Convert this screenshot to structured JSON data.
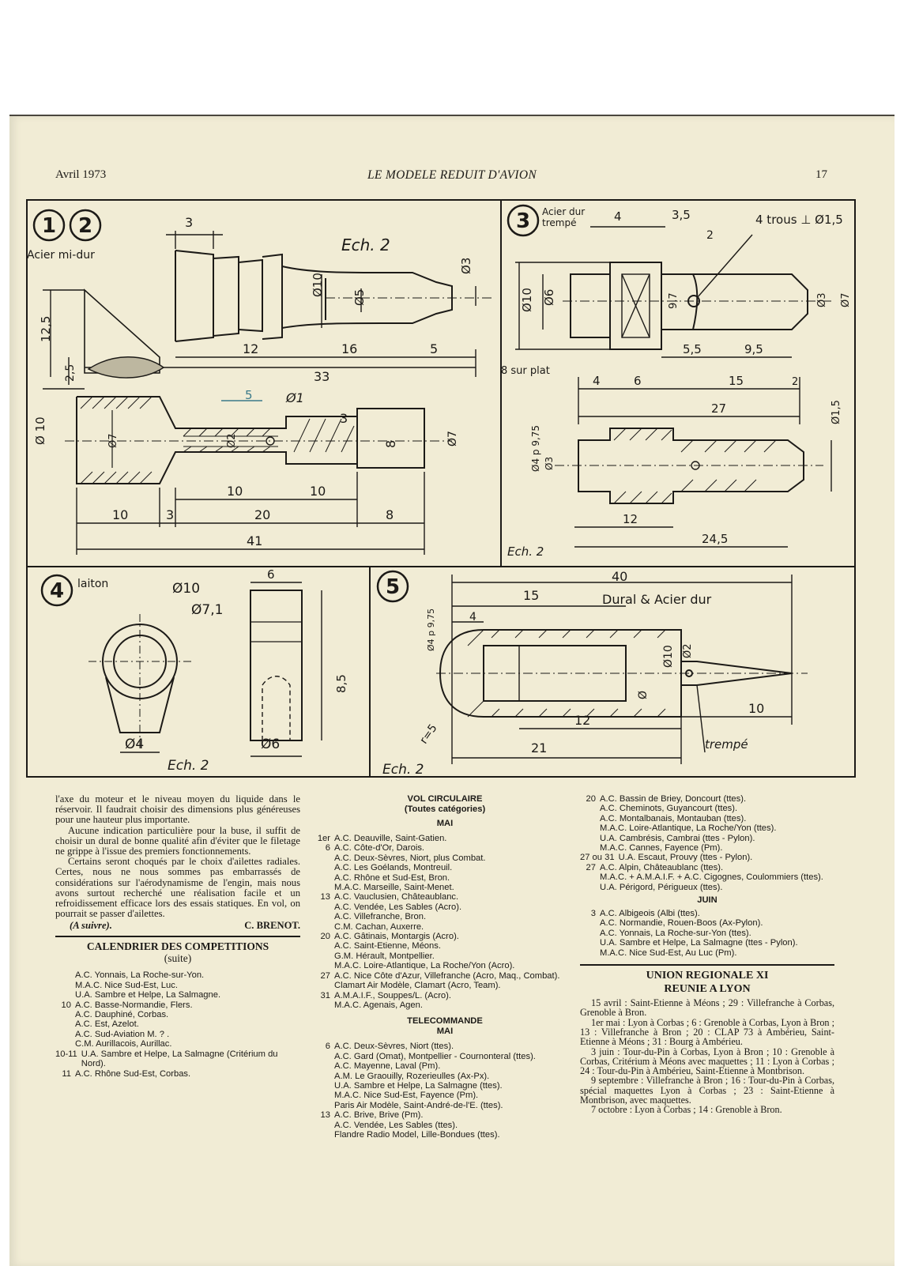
{
  "header": {
    "left": "Avril 1973",
    "center": "LE MODELE REDUIT D'AVION",
    "right": "17"
  },
  "drawing": {
    "p1": {
      "num1": "1",
      "num2": "2",
      "material": "Acier mi-dur",
      "scale": "Ech. 2",
      "dims": [
        "3",
        "Ø3",
        "Ø10",
        "Ø5",
        "12",
        "16",
        "5",
        "33",
        "12,5",
        "2,5",
        "Ø 10",
        "Ø7",
        "Ø2",
        "5",
        "Ø1",
        "3",
        "8",
        "Ø7",
        "10",
        "10",
        "10",
        "3",
        "20",
        "8",
        "41"
      ]
    },
    "p3": {
      "num": "3",
      "material1": "Acier dur",
      "material2": "trempé",
      "note_holes": "4 trous ⊥ Ø1,5",
      "note_flat": "8 sur plat",
      "scale": "Ech. 2",
      "dims": [
        "4",
        "3,5",
        "2",
        "Ø10",
        "Ø6",
        "9,7",
        "Ø3",
        "Ø7",
        "5,5",
        "9,5",
        "4",
        "6",
        "15",
        "2",
        "27",
        "Ø1,5",
        "Ø4 p 9,75",
        "Ø3",
        "12",
        "24,5"
      ]
    },
    "p4": {
      "num": "4",
      "material": "laiton",
      "scale": "Ech. 2",
      "dims": [
        "Ø10",
        "Ø7,1",
        "6",
        "8,5",
        "Ø4",
        "Ø6"
      ]
    },
    "p5": {
      "num": "5",
      "material": "Dural & Acier dur",
      "note": "trempé",
      "scale": "Ech. 2",
      "dims": [
        "40",
        "15",
        "4",
        "Ø4 p 9,75",
        "r=5",
        "Ø10",
        "Ø2",
        "Ø",
        "10",
        "12",
        "21"
      ]
    }
  },
  "article": {
    "paragraphs": [
      "l'axe du moteur et le niveau moyen du liquide dans le réservoir. Il faudrait choisir des dimensions plus généreuses pour une hauteur plus importante.",
      "Aucune indication particulière pour la buse, il suffit de choisir un dural de bonne qualité afin d'éviter que le filetage ne grippe à l'issue des premiers fonctionnements.",
      "Certains seront choqués par le choix d'ailettes radiales. Certes, nous ne nous sommes pas embarrassés de considérations sur l'aérodynamisme de l'engin, mais nous avons surtout recherché une réalisation facile et un refroidissement efficace lors des essais statiques. En vol, on pourrait se passer d'ailettes."
    ],
    "to_be_continued": "(A suivre).",
    "author": "C. BRENOT."
  },
  "calendar": {
    "title": "CALENDRIER DES COMPETITIONS",
    "subtitle": "(suite)",
    "entries": [
      {
        "d": "",
        "t": "A.C. Yonnais, La Roche-sur-Yon."
      },
      {
        "d": "",
        "t": "M.A.C. Nice Sud-Est, Luc."
      },
      {
        "d": "",
        "t": "U.A. Sambre et Helpe, La Salmagne."
      },
      {
        "d": "10",
        "t": "A.C. Basse-Normandie, Flers."
      },
      {
        "d": "",
        "t": "A.C. Dauphiné, Corbas."
      },
      {
        "d": "",
        "t": "A.C. Est, Azelot."
      },
      {
        "d": "",
        "t": "A.C. Sud-Aviation M.   ?  ."
      },
      {
        "d": "",
        "t": "C.M. Aurillacois, Aurillac."
      },
      {
        "d": "10-11",
        "t": "U.A. Sambre et Helpe, La Salmagne (Critérium du Nord)."
      },
      {
        "d": "11",
        "t": "A.C. Rhône Sud-Est, Corbas."
      }
    ]
  },
  "vol_circulaire": {
    "title": "VOL CIRCULAIRE",
    "subtitle": "(Toutes catégories)",
    "month": "MAI",
    "entries": [
      {
        "d": "1er",
        "t": "A.C. Deauville, Saint-Gatien."
      },
      {
        "d": "6",
        "t": "A.C. Côte-d'Or, Darois."
      },
      {
        "d": "",
        "t": "A.C. Deux-Sèvres, Niort, plus Combat."
      },
      {
        "d": "",
        "t": "A.C. Les Goélands, Montreuil."
      },
      {
        "d": "",
        "t": "A.C. Rhône et Sud-Est, Bron."
      },
      {
        "d": "",
        "t": "M.A.C. Marseille, Saint-Menet."
      },
      {
        "d": "13",
        "t": "A.C. Vauclusien, Châteaublanc."
      },
      {
        "d": "",
        "t": "A.C. Vendée, Les Sables (Acro)."
      },
      {
        "d": "",
        "t": "A.C. Villefranche, Bron."
      },
      {
        "d": "",
        "t": "C.M. Cachan, Auxerre."
      },
      {
        "d": "20",
        "t": "A.C. Gâtinais, Montargis (Acro)."
      },
      {
        "d": "",
        "t": "A.C. Saint-Etienne, Méons."
      },
      {
        "d": "",
        "t": "G.M. Hérault, Montpellier."
      },
      {
        "d": "",
        "t": "M.A.C. Loire-Atlantique, La Roche/Yon (Acro)."
      },
      {
        "d": "27",
        "t": "A.C. Nice Côte d'Azur, Villefranche (Acro, Maq., Combat)."
      },
      {
        "d": "",
        "t": "Clamart Air Modèle, Clamart (Acro, Team)."
      },
      {
        "d": "31",
        "t": "A.M.A.I.F., Souppes/L. (Acro)."
      },
      {
        "d": "",
        "t": "M.A.C. Agenais, Agen."
      }
    ]
  },
  "telecommande": {
    "title": "TELECOMMANDE",
    "month": "MAI",
    "entries": [
      {
        "d": "6",
        "t": "A.C. Deux-Sèvres, Niort (ttes)."
      },
      {
        "d": "",
        "t": "A.C. Gard (Omat), Montpellier - Cournonteral (ttes)."
      },
      {
        "d": "",
        "t": "A.C. Mayenne, Laval (Pm)."
      },
      {
        "d": "",
        "t": "A.M. Le Graouilly, Rozerieulles (Ax-Px)."
      },
      {
        "d": "",
        "t": "U.A. Sambre et Helpe, La Salmagne (ttes)."
      },
      {
        "d": "",
        "t": "M.A.C. Nice Sud-Est, Fayence (Pm)."
      },
      {
        "d": "",
        "t": "Paris Air Modèle, Saint-André-de-l'E. (ttes)."
      },
      {
        "d": "13",
        "t": "A.C. Brive, Brive (Pm)."
      },
      {
        "d": "",
        "t": "A.C. Vendée, Les Sables (ttes)."
      },
      {
        "d": "",
        "t": "Flandre Radio Model, Lille-Bondues (ttes)."
      }
    ]
  },
  "col3_list": {
    "entries": [
      {
        "d": "20",
        "t": "A.C. Bassin de Briey, Doncourt (ttes)."
      },
      {
        "d": "",
        "t": "A.C. Cheminots, Guyancourt (ttes)."
      },
      {
        "d": "",
        "t": "A.C. Montalbanais, Montauban (ttes)."
      },
      {
        "d": "",
        "t": "M.A.C. Loire-Atlantique, La Roche/Yon (ttes)."
      },
      {
        "d": "",
        "t": "U.A. Cambrésis, Cambrai (ttes - Pylon)."
      },
      {
        "d": "",
        "t": "M.A.C. Cannes, Fayence (Pm)."
      },
      {
        "d": "27 ou 31",
        "t": "U.A. Escaut, Prouvy (ttes - Pylon)."
      },
      {
        "d": "27",
        "t": "A.C. Alpin, Châteaublanc (ttes)."
      },
      {
        "d": "",
        "t": "M.A.C. + A.M.A.I.F. + A.C. Cigognes, Coulommiers (ttes)."
      },
      {
        "d": "",
        "t": "U.A. Périgord, Périgueux (ttes)."
      }
    ],
    "juin": "JUIN",
    "juin_entries": [
      {
        "d": "3",
        "t": "A.C. Albigeois (Albi (ttes)."
      },
      {
        "d": "",
        "t": "A.C. Normandie, Rouen-Boos (Ax-Pylon)."
      },
      {
        "d": "",
        "t": "A.C. Yonnais, La Roche-sur-Yon (ttes)."
      },
      {
        "d": "",
        "t": "U.A. Sambre et Helpe, La Salmagne (ttes - Pylon)."
      },
      {
        "d": "",
        "t": "M.A.C. Nice Sud-Est, Au Luc (Pm)."
      }
    ]
  },
  "union": {
    "title1": "UNION REGIONALE XI",
    "title2": "REUNIE A LYON",
    "paragraphs": [
      "15 avril : Saint-Etienne à Méons ; 29 : Villefranche à Corbas, Grenoble à Bron.",
      "1er mai : Lyon à Corbas ; 6 : Grenoble à Corbas, Lyon à Bron ; 13 : Villefranche à Bron ; 20 : CLAP 73 à Ambérieu, Saint-Etienne à Méons ; 31 : Bourg à Ambérieu.",
      "3 juin : Tour-du-Pin à Corbas, Lyon à Bron ; 10 : Grenoble à Corbas, Critérium à Méons avec maquettes ; 11 : Lyon à Corbas ; 24 : Tour-du-Pin à Ambérieu, Saint-Etienne à Montbrison.",
      "9 septembre : Villefranche à Bron ; 16 : Tour-du-Pin à Corbas, spécial maquettes Lyon à Corbas ; 23 : Saint-Etienne à Montbrison, avec maquettes.",
      "7 octobre : Lyon à Corbas ; 14 : Grenoble à Bron."
    ]
  }
}
